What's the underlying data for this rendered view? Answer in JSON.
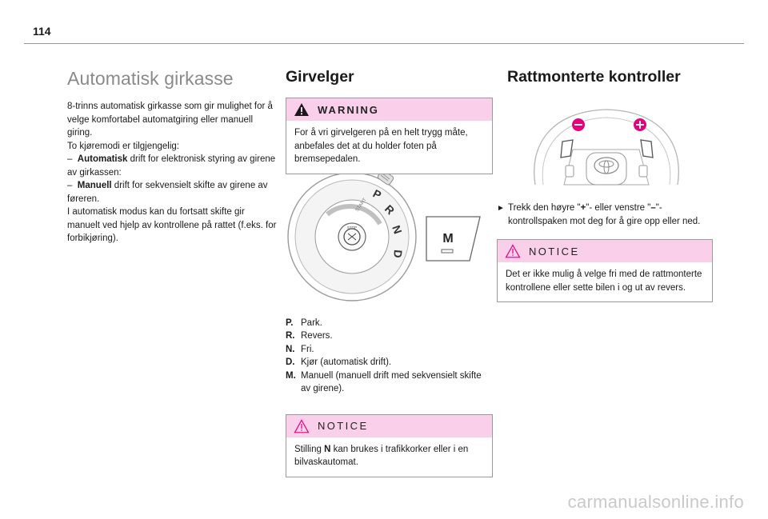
{
  "page": {
    "number": "114"
  },
  "col1": {
    "title": "Automatisk girkasse",
    "intro": "8-trinns automatisk girkasse som gir mulighet for å velge komfortabel automatgiring eller manuell giring.",
    "modes_intro": "To kjøremodi er tilgjengelig:",
    "mode1": {
      "dash": "–",
      "name": "Automatisk",
      "rest": " drift for elektronisk styring av girene av girkassen:"
    },
    "mode2": {
      "dash": "–",
      "name": "Manuell",
      "rest": " drift for sekvensielt skifte av girene av føreren."
    },
    "outro": "I automatisk modus kan du fortsatt skifte gir manuelt ved hjelp av kontrollene på rattet (f.eks. for forbikjøring)."
  },
  "col2": {
    "title": "Girvelger",
    "warning": {
      "label": "WARNING",
      "text": "For å vri girvelgeren på en helt trygg måte, anbefales det at du holder foten på bremsepedalen."
    },
    "selector": {
      "letters": [
        "P",
        "R",
        "N",
        "D"
      ],
      "start_text": "START",
      "stop_text": "STOP",
      "m_button": "M"
    },
    "legend": [
      {
        "key": "P.",
        "text": "Park."
      },
      {
        "key": "R.",
        "text": "Revers."
      },
      {
        "key": "N.",
        "text": "Fri."
      },
      {
        "key": "D.",
        "text": "Kjør (automatisk drift)."
      },
      {
        "key": "M.",
        "text": "Manuell (manuell drift med sekvensielt skifte av girene)."
      }
    ],
    "notice": {
      "label": "NOTICE",
      "pre": "Stilling ",
      "bold": "N",
      "post": " kan brukes i trafikkorker eller i en bilvaskautomat."
    }
  },
  "col3": {
    "title": "Rattmonterte kontroller",
    "wheel": {
      "minus": "–",
      "plus": "+"
    },
    "action": {
      "arrow": "►",
      "pre": "Trekk den høyre \"",
      "plus": "+",
      "mid": "\"- eller venstre \"",
      "minus": "–",
      "post": "\"-kontrollspaken mot deg for å gire opp eller ned."
    },
    "notice": {
      "label": "NOTICE",
      "text": "Det er ikke mulig å velge fri med de rattmonterte kontrollene eller sette bilen i og ut av revers."
    }
  },
  "footer": {
    "watermark": "carmanualsonline.info"
  },
  "colors": {
    "callout_header": "#f9cfe9",
    "title_grey": "#8a8a8a",
    "accent_pink": "#e4007f"
  }
}
